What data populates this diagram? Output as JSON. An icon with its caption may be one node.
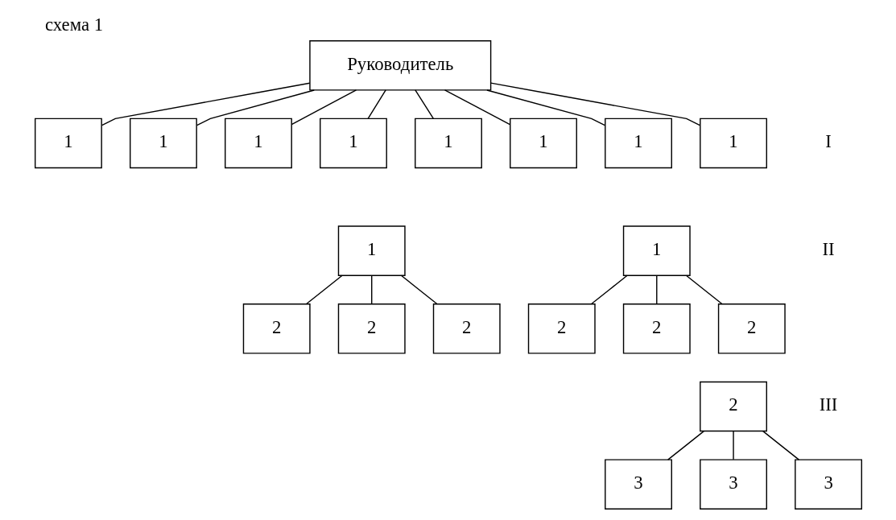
{
  "diagram": {
    "title": "схема 1",
    "nodes": [
      {
        "text": [
          "Руководитель"
        ]
      },
      {
        "text": [
          "1"
        ]
      },
      {
        "text": [
          "1"
        ]
      },
      {
        "text": [
          "1"
        ]
      },
      {
        "text": [
          "1"
        ]
      },
      {
        "text": [
          "1"
        ]
      },
      {
        "text": [
          "1"
        ]
      },
      {
        "text": [
          "1"
        ]
      },
      {
        "text": [
          "1"
        ]
      },
      {
        "text": [
          "1"
        ]
      },
      {
        "text": [
          "2"
        ]
      },
      {
        "text": [
          "2"
        ]
      },
      {
        "text": [
          "2"
        ]
      },
      {
        "text": [
          "1"
        ]
      },
      {
        "text": [
          "2"
        ]
      },
      {
        "text": [
          "2"
        ]
      },
      {
        "text": [
          "2"
        ]
      },
      {
        "text": [
          "2"
        ]
      },
      {
        "text": [
          "3"
        ]
      },
      {
        "text": [
          "3"
        ]
      },
      {
        "text": [
          "3"
        ]
      }
    ],
    "edges": [
      {
        "from": 0,
        "to": 1,
        "arrow": "none"
      },
      {
        "from": 0,
        "to": 2,
        "arrow": "none"
      },
      {
        "from": 0,
        "to": 3,
        "arrow": "none"
      },
      {
        "from": 0,
        "to": 4,
        "arrow": "none"
      },
      {
        "from": 0,
        "to": 5,
        "arrow": "none"
      },
      {
        "from": 0,
        "to": 6,
        "arrow": "none"
      },
      {
        "from": 0,
        "to": 7,
        "arrow": "none"
      },
      {
        "from": 0,
        "to": 8,
        "arrow": "none"
      },
      {
        "from": 9,
        "to": 10,
        "arrow": "none"
      },
      {
        "from": 9,
        "to": 11,
        "arrow": "none"
      },
      {
        "from": 9,
        "to": 12,
        "arrow": "none"
      },
      {
        "from": 13,
        "to": 14,
        "arrow": "none"
      },
      {
        "from": 13,
        "to": 15,
        "arrow": "none"
      },
      {
        "from": 13,
        "to": 16,
        "arrow": "none"
      },
      {
        "from": 17,
        "to": 18,
        "arrow": "none"
      },
      {
        "from": 17,
        "to": 19,
        "arrow": "none"
      },
      {
        "from": 17,
        "to": 20,
        "arrow": "none"
      }
    ],
    "labels": [
      "I",
      "II",
      "III"
    ]
  }
}
